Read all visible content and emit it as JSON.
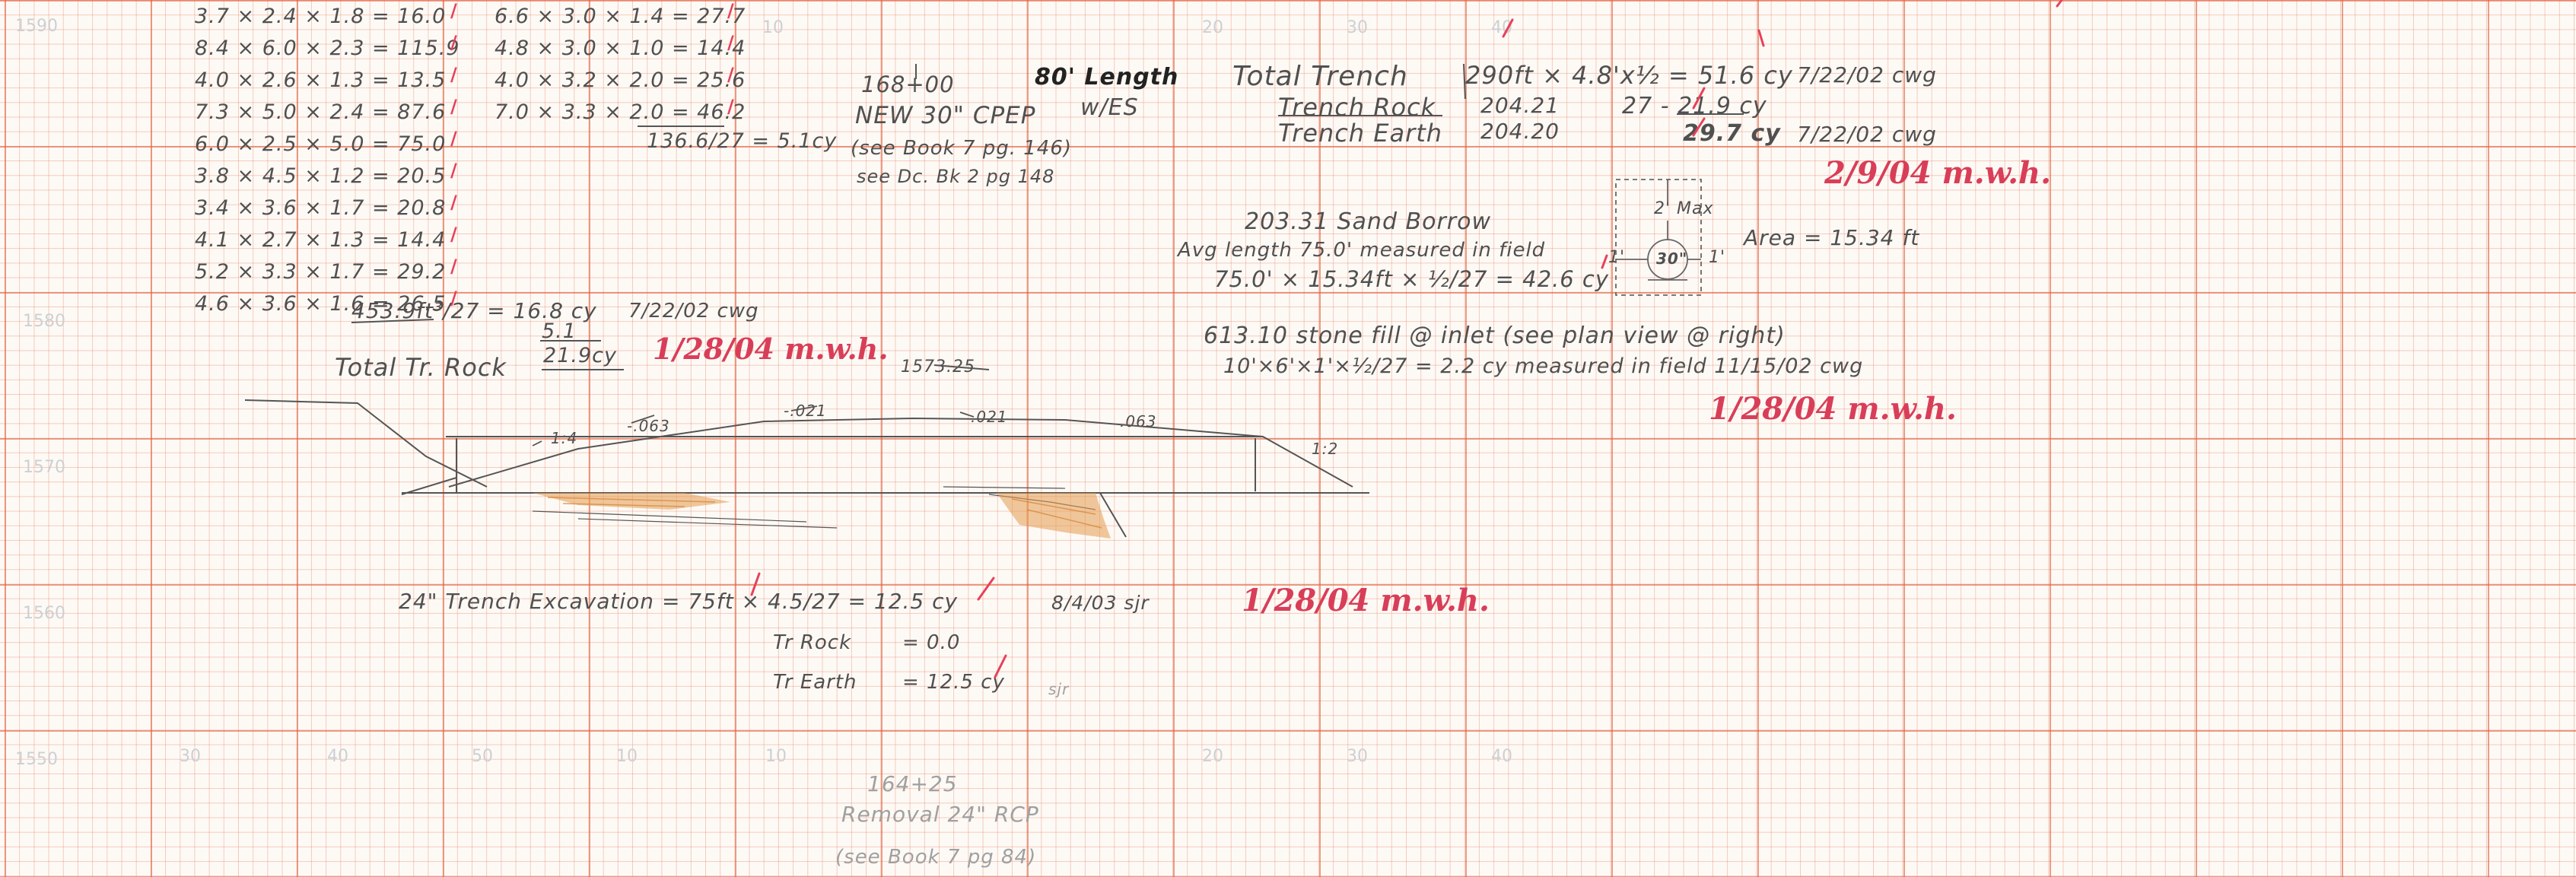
{
  "scale_left": [
    "1590",
    "1580",
    "1570",
    "1560",
    "1550"
  ],
  "scale_top": [
    "10",
    "20",
    "30",
    "40"
  ],
  "scale_bottom": [
    "30",
    "40",
    "50",
    "10",
    "10",
    "20",
    "30",
    "40"
  ],
  "rock_calcs_col1": [
    "3.7 × 2.4 × 1.8 = 16.0",
    "8.4 × 6.0 × 2.3 = 115.9",
    "4.0 × 2.6 × 1.3 = 13.5",
    "7.3 × 5.0 × 2.4 = 87.6",
    "6.0 × 2.5 × 5.0 = 75.0",
    "3.8 × 4.5 × 1.2 = 20.5",
    "3.4 × 3.6 × 1.7 = 20.8",
    "4.1 × 2.7 × 1.3 = 14.4",
    "5.2 × 3.3 × 1.7 = 29.2",
    "4.6 × 3.6 × 1.6 = 26.5"
  ],
  "rock_calcs_col2": [
    "6.6 × 3.0 × 1.4 = 27.7",
    "4.8 × 3.0 × 1.0 = 14.4",
    "4.0 × 3.2 × 2.0 = 25.6",
    "7.0 × 3.3 × 2.0 = 46.2"
  ],
  "col2_total": "136.6/27 = 5.1cy",
  "col1_total": "453.9ft³/27 = 16.8 cy",
  "col1_total_date": "7/22/02 cwg",
  "col1_minus": "5.1",
  "col1_net": "21.9cy",
  "total_tr_rock": "Total Tr. Rock",
  "station_168": "168+00",
  "pipe_desc": "NEW 30\" CPEP",
  "pipe_ref1": "(see Book 7 pg. 146)",
  "pipe_ref2": "see Dc. Bk 2 pg 148",
  "length_note": "80' Length",
  "length_note2": "w/ES",
  "total_trench": "Total Trench",
  "trench_calc": "290ft × 4.8'x½ = 51.6 cy",
  "trench_date": "7/22/02 cwg",
  "trench_rock_label": "Trench Rock",
  "trench_rock_code": "204.21",
  "trench_rock_val": "27  - 21.9 cy",
  "trench_earth_label": "Trench Earth",
  "trench_earth_code": "204.20",
  "trench_earth_val": "29.7 cy",
  "trench_earth_date": "7/22/02 cwg",
  "sand_borrow": "203.31 Sand Borrow",
  "avg_length": "Avg length 75.0' measured in field",
  "sand_calc": "75.0' × 15.34ft × ½/27 = 42.6 cy",
  "area_note": "Area = 15.34 ft",
  "detail_max": "2' Max",
  "detail_pipe": "30\"",
  "detail_left": "1'",
  "detail_right": "1'",
  "stone_fill": "613.10 stone fill @ inlet (see plan view @ right)",
  "stone_calc": "10'×6'×1'×½/27 = 2.2 cy measured in field 11/15/02 cwg",
  "elev_1573": "1573.25",
  "slope_left": "1:4",
  "slope_a": "-.063",
  "slope_b": "-.021",
  "slope_c": ".021",
  "slope_d": ".063",
  "slope_right": "1:2",
  "trench_24": "24\" Trench Excavation = 75ft × 4.5/27 = 12.5 cy",
  "trench_24_date": "8/4/03 sjr",
  "tr_rock": "Tr Rock",
  "tr_rock_val": "= 0.0",
  "tr_earth": "Tr Earth",
  "tr_earth_val": "= 12.5 cy",
  "tr_earth_init": "sjr",
  "stamp1": "2/9/04 m.w.h.",
  "stamp2": "1/28/04 m.w.h.",
  "stamp3": "1/28/04 m.w.h.",
  "stamp4": "1/28/04 m.w.h.",
  "station_164": "164+25",
  "removal": "Removal 24\" RCP",
  "removal_ref": "(see Book 7 pg 84)",
  "colors": {
    "grid": "#e25f3c",
    "pencil": "#505050",
    "red_ink": "#d93e58",
    "orange_shade": "#e39a4f"
  }
}
